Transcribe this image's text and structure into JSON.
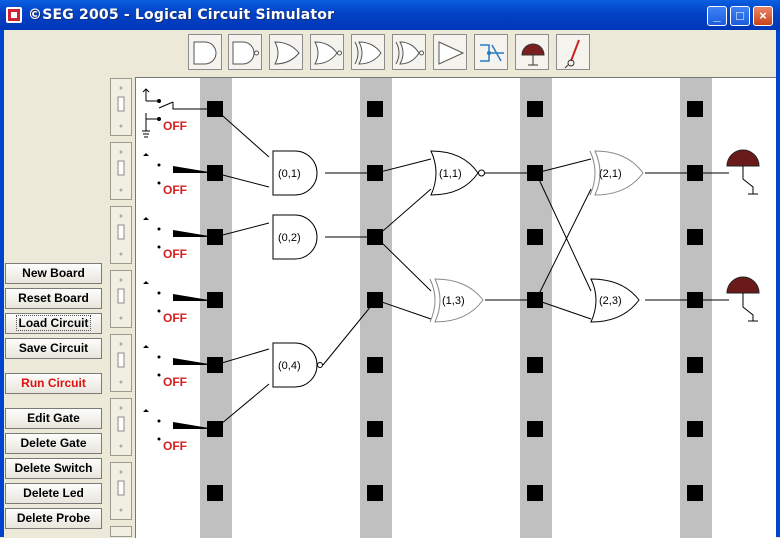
{
  "window": {
    "title": "©SEG 2005 - Logical Circuit Simulator",
    "controls": {
      "minimize": "_",
      "maximize": "□",
      "close": "×"
    }
  },
  "toolbar": {
    "tools": [
      {
        "name": "and-gate-tool",
        "icon": "and-gate-icon"
      },
      {
        "name": "nand-gate-tool",
        "icon": "nand-gate-icon"
      },
      {
        "name": "or-gate-tool",
        "icon": "or-gate-icon"
      },
      {
        "name": "nor-gate-tool",
        "icon": "nor-gate-icon"
      },
      {
        "name": "xor-gate-tool",
        "icon": "xor-gate-icon"
      },
      {
        "name": "xnor-gate-tool",
        "icon": "xnor-gate-icon"
      },
      {
        "name": "not-gate-tool",
        "icon": "not-gate-icon"
      },
      {
        "name": "wire-split-tool",
        "icon": "wire-split-icon"
      },
      {
        "name": "led-tool",
        "icon": "led-icon"
      },
      {
        "name": "probe-tool",
        "icon": "probe-icon"
      }
    ]
  },
  "sidebar": {
    "buttons": [
      {
        "id": "new-board-button",
        "label": "New Board"
      },
      {
        "id": "reset-board-button",
        "label": "Reset Board"
      },
      {
        "id": "load-circuit-button",
        "label": "Load Circuit"
      },
      {
        "id": "save-circuit-button",
        "label": "Save Circuit"
      },
      {
        "id": "run-circuit-button",
        "label": "Run Circuit"
      },
      {
        "id": "edit-gate-button",
        "label": "Edit Gate"
      },
      {
        "id": "delete-gate-button",
        "label": "Delete Gate"
      },
      {
        "id": "delete-switch-button",
        "label": "Delete Switch"
      },
      {
        "id": "delete-led-button",
        "label": "Delete Led"
      },
      {
        "id": "delete-probe-button",
        "label": "Delete Probe"
      }
    ]
  },
  "circuit": {
    "switches": [
      {
        "state": "OFF"
      },
      {
        "state": "OFF"
      },
      {
        "state": "OFF"
      },
      {
        "state": "OFF"
      },
      {
        "state": "OFF"
      },
      {
        "state": "OFF"
      }
    ],
    "gates": [
      {
        "label": "(0,1)",
        "type": "and"
      },
      {
        "label": "(0,2)",
        "type": "and"
      },
      {
        "label": "(0,4)",
        "type": "nand"
      },
      {
        "label": "(1,1)",
        "type": "nor"
      },
      {
        "label": "(1,3)",
        "type": "xor"
      },
      {
        "label": "(2,1)",
        "type": "xor"
      },
      {
        "label": "(2,3)",
        "type": "or"
      }
    ],
    "leds": [
      {
        "color": "#5a1a1a"
      },
      {
        "color": "#5a1a1a"
      }
    ]
  }
}
